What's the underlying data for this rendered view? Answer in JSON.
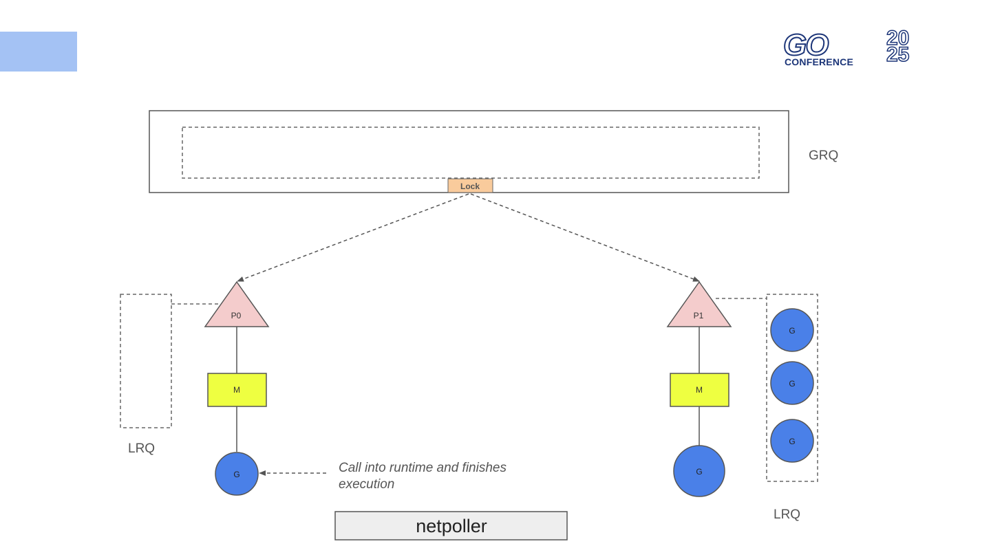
{
  "logo": {
    "go": "GO",
    "year_top": "20",
    "year_bottom": "25",
    "conference": "CONFERENCE"
  },
  "grq": {
    "label": "GRQ",
    "lock_label": "Lock"
  },
  "processors": [
    {
      "label": "P0",
      "machine": "M",
      "goroutine": "G",
      "queue_label": "LRQ"
    },
    {
      "label": "P1",
      "machine": "M",
      "goroutine": "G",
      "queue_label": "LRQ"
    }
  ],
  "local_queue_p1": [
    "G",
    "G",
    "G"
  ],
  "annotation": {
    "line1": "Call into runtime and finishes",
    "line2": "execution"
  },
  "netpoller": {
    "label": "netpoller"
  },
  "colors": {
    "processor": "#f4cccc",
    "machine": "#eeff41",
    "goroutine": "#4a80e8",
    "lock": "#f9cb9c",
    "netpoller": "#eeeeee",
    "corner": "#a4c2f4",
    "logo": "#1c3578"
  }
}
